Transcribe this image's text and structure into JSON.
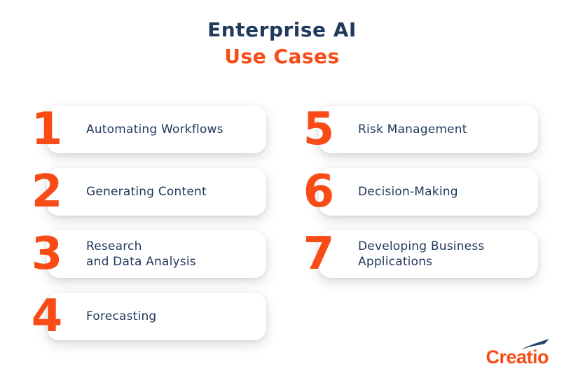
{
  "header": {
    "title_line1": "Enterprise AI",
    "title_line2": "Use Cases"
  },
  "cards": {
    "left": [
      {
        "number": "1",
        "label": "Automating Workflows"
      },
      {
        "number": "2",
        "label": "Generating Content"
      },
      {
        "number": "3",
        "label": "Research\nand Data Analysis"
      },
      {
        "number": "4",
        "label": "Forecasting"
      }
    ],
    "right": [
      {
        "number": "5",
        "label": "Risk Management"
      },
      {
        "number": "6",
        "label": "Decision-Making"
      },
      {
        "number": "7",
        "label": "Developing Business\nApplications"
      }
    ]
  },
  "logo": {
    "text": "Creatio",
    "icon": "paper-plane-icon"
  },
  "colors": {
    "accent_orange": "#F94B16",
    "navy_text": "#21395C",
    "card_background": "#FFFFFF",
    "page_background": "#FFFFFF",
    "plane_navy": "#27476E"
  }
}
